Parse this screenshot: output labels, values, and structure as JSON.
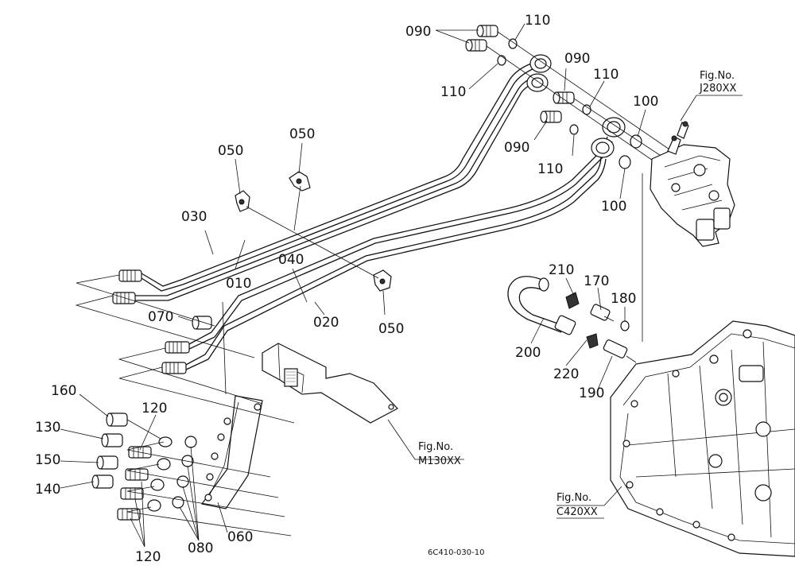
{
  "figure_code": "6C410-030-10",
  "references": {
    "valve": {
      "line1": "Fig.No.",
      "line2": "J280XX"
    },
    "bracket": {
      "line1": "Fig.No.",
      "line2": "M130XX"
    },
    "transmission": {
      "line1": "Fig.No.",
      "line2": "C420XX"
    }
  },
  "part_labels": {
    "p090_top": "090",
    "p110_top": "110",
    "p110_left": "110",
    "p090_mid": "090",
    "p110_mid": "110",
    "p100_top": "100",
    "p090_low": "090",
    "p110_low": "110",
    "p100_low": "100",
    "p050_left": "050",
    "p050_mid": "050",
    "p050_right": "050",
    "p030": "030",
    "p010": "010",
    "p040": "040",
    "p020": "020",
    "p070": "070",
    "p210": "210",
    "p170": "170",
    "p180": "180",
    "p200": "200",
    "p220": "220",
    "p190": "190",
    "p160": "160",
    "p130": "130",
    "p150": "150",
    "p140": "140",
    "p120_top": "120",
    "p120_bottom": "120",
    "p080": "080",
    "p060": "060"
  }
}
